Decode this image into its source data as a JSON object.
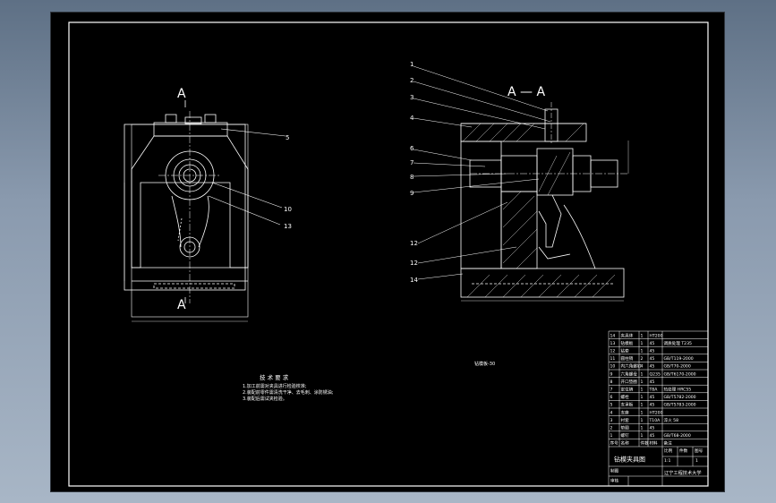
{
  "drawing": {
    "front_view": {
      "section_label_top": "A",
      "section_label_bottom": "A",
      "callouts": [
        "5",
        "10",
        "13"
      ]
    },
    "side_view": {
      "section_title": "A — A",
      "callouts": [
        "1",
        "2",
        "3",
        "4",
        "6",
        "7",
        "8",
        "9",
        "12",
        "12",
        "14"
      ]
    },
    "tech_requirements": {
      "title": "技 术 要 求",
      "lines": [
        "1.加工前需对夹具进行检验校准;",
        "2.装配前零件需清洗干净、去毛刺、涂防锈油;",
        "3.装配后需试夹检验。"
      ]
    }
  },
  "title_block": {
    "parts": [
      {
        "no": "14",
        "name": "夹具体",
        "qty": "1",
        "material": "HT200",
        "note": ""
      },
      {
        "no": "13",
        "name": "钻模板",
        "qty": "1",
        "material": "45",
        "note": "调质处理 T235"
      },
      {
        "no": "12",
        "name": "钻套",
        "qty": "1",
        "material": "45",
        "note": ""
      },
      {
        "no": "11",
        "name": "圆柱销",
        "qty": "2",
        "material": "45",
        "note": "GB/T119-2000"
      },
      {
        "no": "10",
        "name": "内六角螺钉",
        "qty": "4",
        "material": "45",
        "note": "GB/T70-2000"
      },
      {
        "no": "9",
        "name": "六角螺母",
        "qty": "1",
        "material": "Q235",
        "note": "GB/T6170-2000"
      },
      {
        "no": "8",
        "name": "开口垫圈",
        "qty": "1",
        "material": "45",
        "note": ""
      },
      {
        "no": "7",
        "name": "定位销",
        "qty": "1",
        "material": "T8A",
        "note": "热处理 HRC55"
      },
      {
        "no": "6",
        "name": "螺栓",
        "qty": "1",
        "material": "45",
        "note": "GB/T5782-2000"
      },
      {
        "no": "5",
        "name": "支承板",
        "qty": "1",
        "material": "45",
        "note": "GB/T5783-2000"
      },
      {
        "no": "4",
        "name": "支座",
        "qty": "1",
        "material": "HT200",
        "note": ""
      },
      {
        "no": "3",
        "name": "衬套",
        "qty": "1",
        "material": "T10A",
        "note": "淬火 58"
      },
      {
        "no": "2",
        "name": "垫圈",
        "qty": "1",
        "material": "45",
        "note": ""
      },
      {
        "no": "1",
        "name": "螺钉",
        "qty": "1",
        "material": "45",
        "note": "GB/T68-2000"
      }
    ],
    "header": {
      "no": "序号",
      "name": "名称",
      "qty": "件数",
      "material": "材料",
      "note": "备注"
    },
    "drawing_name": "钻模夹具图",
    "scale_label": "比例",
    "scale_value": "1:1",
    "qty_label": "件数",
    "sheet_label": "图号",
    "sheet_value": "1",
    "designer": "制图",
    "reviewer": "审核",
    "school": "辽宁工程技术大学",
    "center_note": "钻模板-30"
  }
}
